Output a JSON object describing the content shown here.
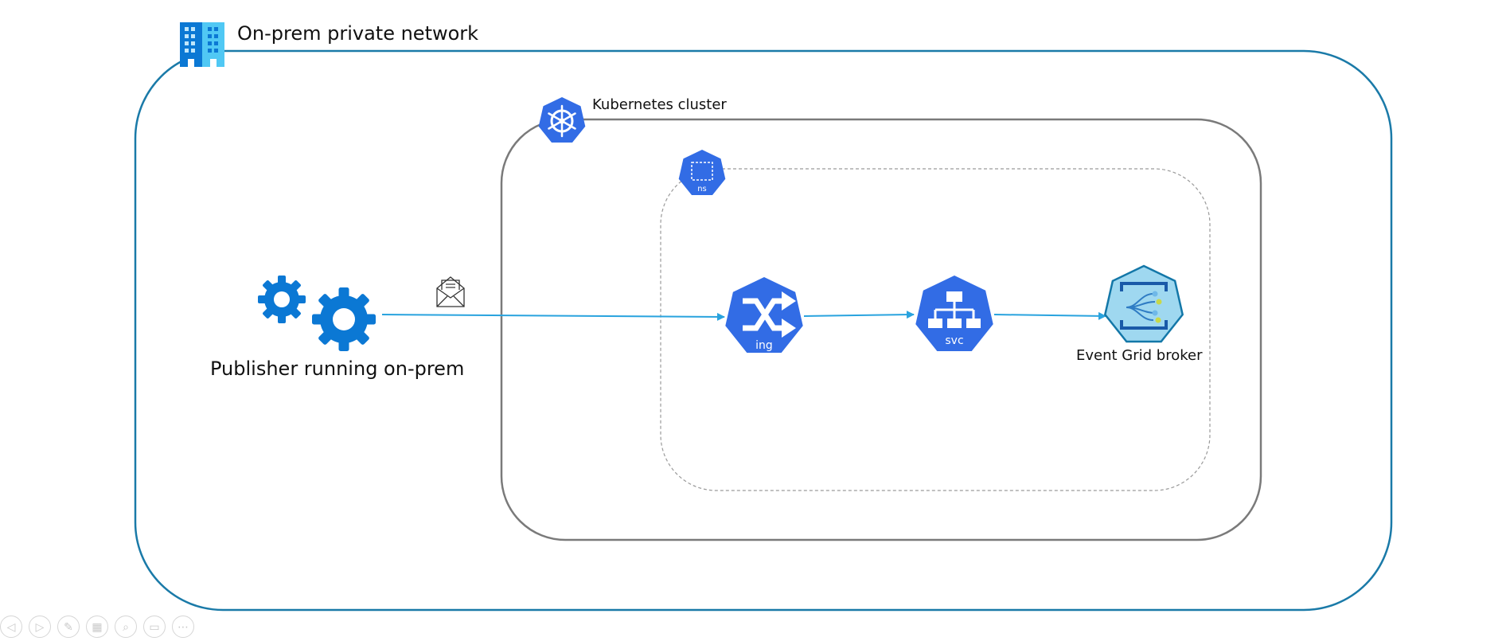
{
  "labels": {
    "network": "On-prem private network",
    "cluster": "Kubernetes cluster",
    "namespace_icon": "ns",
    "publisher": "Publisher running on-prem",
    "ingress_icon": "ing",
    "service_icon": "svc",
    "broker": "Event Grid broker"
  },
  "icons": {
    "network": "building-icon",
    "cluster": "kubernetes-helm-icon",
    "namespace": "namespace-icon",
    "publisher": "gears-icon",
    "message": "envelope-icon",
    "ingress": "ingress-icon",
    "service": "service-icon",
    "broker": "event-grid-icon"
  },
  "toolbar": {
    "prev": "◁",
    "next": "▷",
    "pen": "✎",
    "slides": "▦",
    "zoom": "⌕",
    "subtitles": "▭",
    "more": "⋯"
  },
  "colors": {
    "network_border": "#1a7aa8",
    "cluster_border": "#7a7a7a",
    "namespace_border": "#9a9a9a",
    "k8s_blue": "#326ce5",
    "gear_blue": "#0b78d4",
    "arrow": "#29a3de",
    "broker_fill": "#9fd8f0"
  }
}
